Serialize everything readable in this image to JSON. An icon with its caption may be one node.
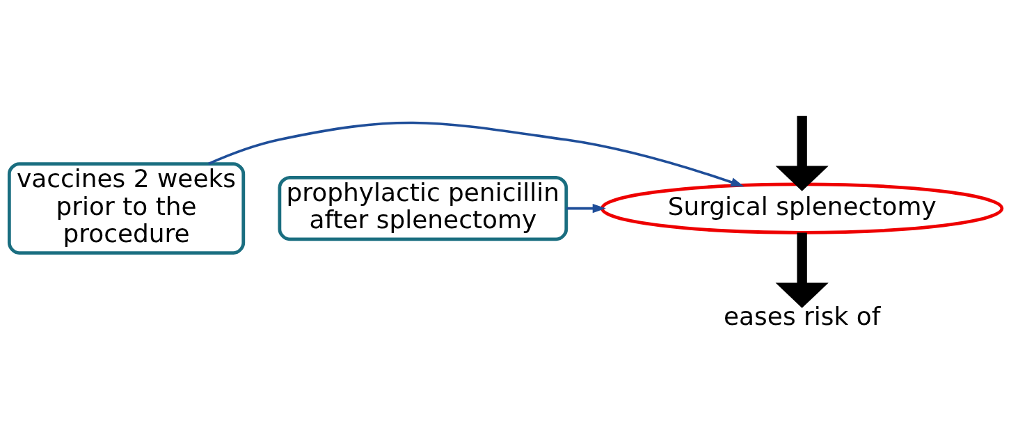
{
  "diagram": {
    "nodes": [
      {
        "text": [
          "Surgical splenectomy"
        ]
      },
      {
        "text": [
          "eases risk of"
        ]
      },
      {
        "text": [
          "vaccines 2 weeks prior to the procedure"
        ]
      },
      {
        "text": [
          "prophylactic penicillin after splenectomy"
        ]
      }
    ],
    "edges": [
      {
        "from": null,
        "to": 0,
        "arrow": "to",
        "style": "thick"
      },
      {
        "from": 0,
        "to": 1,
        "arrow": "to",
        "style": "thick"
      },
      {
        "from": 2,
        "to": 0,
        "arrow": "to",
        "color": "#1f4e99"
      },
      {
        "from": 3,
        "to": 0,
        "arrow": "to",
        "color": "#1f4e99"
      }
    ]
  }
}
